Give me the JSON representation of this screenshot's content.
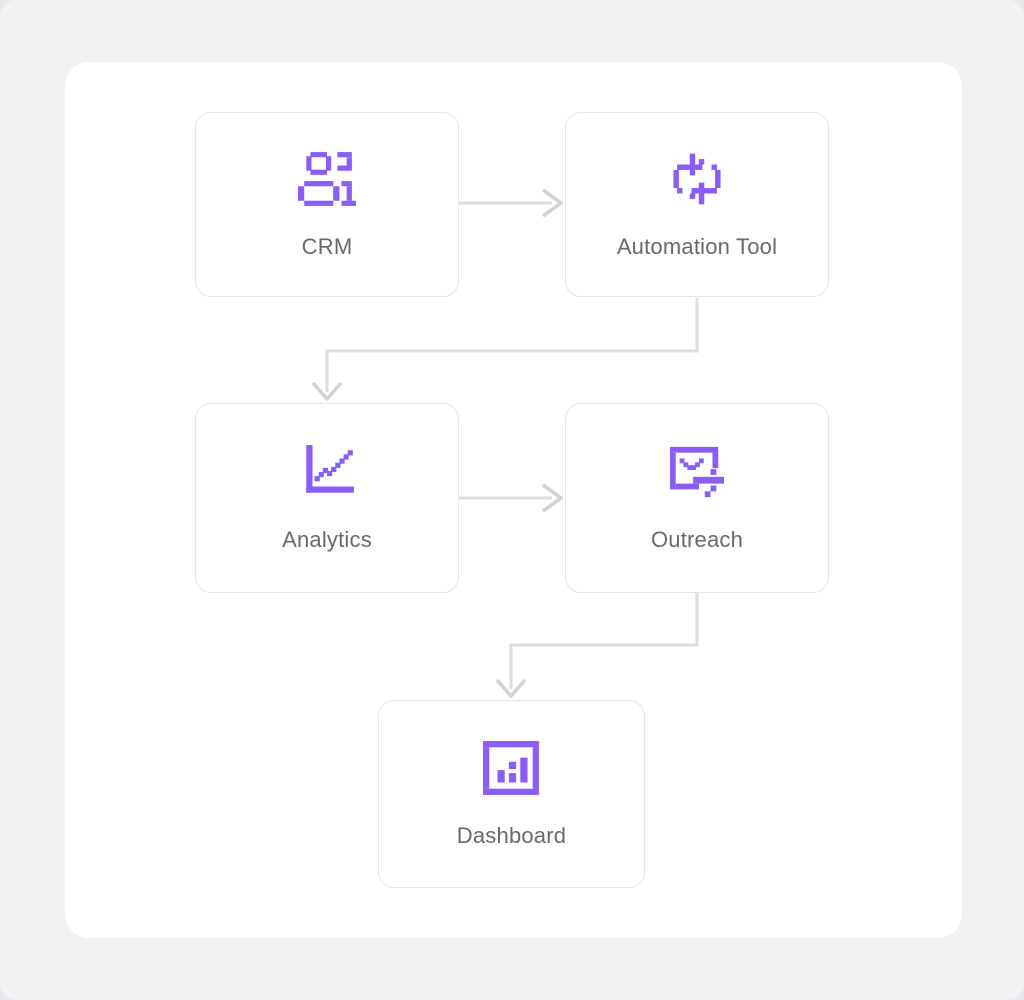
{
  "page": {
    "background_color": "#f1f2f4",
    "panel_color": "#ffffff"
  },
  "diagram": {
    "accent_color": "#8b5cf6",
    "connector_color": "#dcdcdc",
    "connector_head_color": "#d2d2d2",
    "label_color": "#696969",
    "nodes": [
      {
        "id": "crm",
        "label": "CRM",
        "icon": "users-icon"
      },
      {
        "id": "automation",
        "label": "Automation Tool",
        "icon": "sync-arrows-icon"
      },
      {
        "id": "analytics",
        "label": "Analytics",
        "icon": "line-chart-icon"
      },
      {
        "id": "outreach",
        "label": "Outreach",
        "icon": "mail-send-icon"
      },
      {
        "id": "dashboard",
        "label": "Dashboard",
        "icon": "bar-chart-icon"
      }
    ],
    "edges": [
      {
        "from": "crm",
        "to": "automation",
        "shape": "straight-right"
      },
      {
        "from": "automation",
        "to": "analytics",
        "shape": "elbow-down-left-down"
      },
      {
        "from": "analytics",
        "to": "outreach",
        "shape": "straight-right"
      },
      {
        "from": "outreach",
        "to": "dashboard",
        "shape": "elbow-down-left-down"
      }
    ]
  }
}
